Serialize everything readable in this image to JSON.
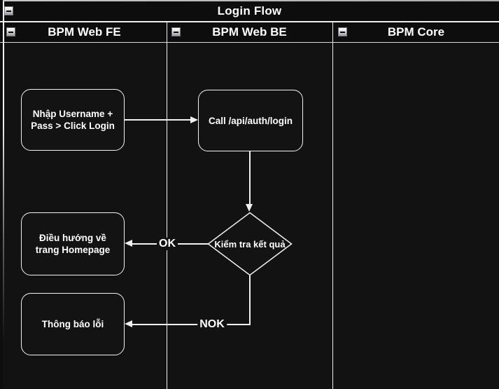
{
  "colors": {
    "canvas_bg": "#121213",
    "stroke": "#f2f2f2",
    "text": "#ffffff",
    "header_bg": "#0d0d0e",
    "top_border": "#b8b8b8"
  },
  "pool": {
    "title": "Login Flow"
  },
  "lanes": [
    {
      "label": "BPM Web FE"
    },
    {
      "label": "BPM Web BE"
    },
    {
      "label": "BPM Core"
    }
  ],
  "nodes": {
    "input_login": {
      "label": "Nhập Username + Pass > Click Login",
      "lane": "BPM Web FE",
      "type": "rounded-rect"
    },
    "call_api": {
      "label": "Call /api/auth/login",
      "lane": "BPM Web BE",
      "type": "rounded-rect"
    },
    "check_result": {
      "label": "Kiểm tra kết quả",
      "lane": "BPM Web BE",
      "type": "decision-diamond"
    },
    "redirect_home": {
      "label": "Điều hướng về trang Homepage",
      "lane": "BPM Web FE",
      "type": "rounded-rect"
    },
    "error_notice": {
      "label": "Thông báo lỗi",
      "lane": "BPM Web FE",
      "type": "rounded-rect"
    }
  },
  "edges": {
    "input_to_call": {
      "from": "input_login",
      "to": "call_api",
      "label": ""
    },
    "call_to_check": {
      "from": "call_api",
      "to": "check_result",
      "label": ""
    },
    "check_to_home": {
      "from": "check_result",
      "to": "redirect_home",
      "label": "OK"
    },
    "check_to_error": {
      "from": "check_result",
      "to": "error_notice",
      "label": "NOK"
    }
  }
}
